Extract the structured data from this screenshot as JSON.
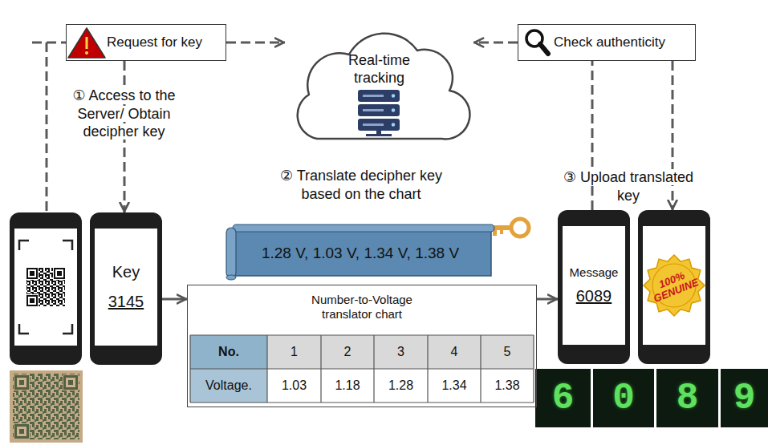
{
  "diagram": {
    "nodes": [
      {
        "text": [
          "Request for key"
        ]
      },
      {
        "text": [
          "Real-time tracking"
        ]
      },
      {
        "text": [
          "Check authenticity"
        ]
      },
      {
        "text": [
          "Key",
          "3145"
        ]
      },
      {
        "text": [
          "1.28 V, 1.03 V, 1.34 V, 1.38 V"
        ]
      },
      {
        "text": [
          "Number-to-Voltage translator chart"
        ]
      },
      {
        "text": [
          "Message",
          "6089"
        ]
      },
      {
        "text": [
          "100% GENUINE"
        ]
      }
    ],
    "edges": [
      {
        "from": 0,
        "to": 1,
        "arrow": "to"
      },
      {
        "from": 0,
        "to": 3,
        "arrow": "to"
      },
      {
        "from": 3,
        "to": 5,
        "arrow": "to"
      },
      {
        "from": 5,
        "to": 6,
        "arrow": "to"
      },
      {
        "from": 2,
        "to": 1,
        "arrow": "to"
      },
      {
        "from": 6,
        "to": 2,
        "arrow": "none"
      },
      {
        "from": 2,
        "to": 7,
        "arrow": "to"
      }
    ],
    "labels": [
      "① Access to the Server/ Obtain decipher key",
      "② Translate decipher key based on the chart",
      "③ Upload translated key",
      "No.",
      "1",
      "2",
      "3",
      "4",
      "5",
      "Voltage.",
      "1.03",
      "1.18",
      "1.28",
      "1.34",
      "1.38",
      "6",
      "0",
      "8",
      "9"
    ]
  }
}
